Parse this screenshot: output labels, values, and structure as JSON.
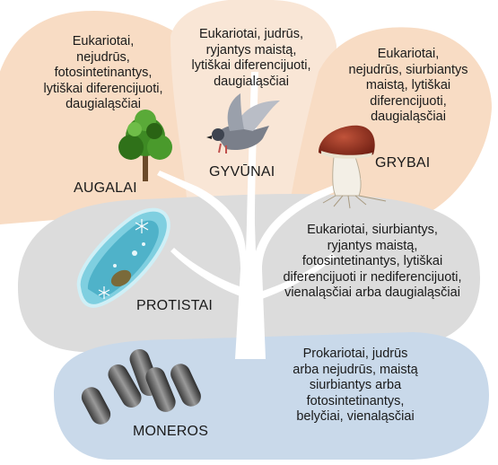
{
  "kingdoms": {
    "augalai": {
      "name": "AUGALAI",
      "desc": [
        "Eukariotai,",
        "nejudrūs,",
        "fotosintetinantys,",
        "lytiškai diferencijuoti,",
        "daugialąsčiai"
      ]
    },
    "gyvunai": {
      "name": "GYVŪNAI",
      "desc": [
        "Eukariotai, judrūs,",
        "ryjantys maistą,",
        "lytiškai diferencijuoti,",
        "daugialąsčiai"
      ]
    },
    "grybai": {
      "name": "GRYBAI",
      "desc": [
        "Eukariotai,",
        "nejudrūs, siurbiantys",
        "maistą, lytiškai",
        "diferencijuoti,",
        "daugialąsčiai"
      ]
    },
    "protistai": {
      "name": "PROTISTAI",
      "desc": [
        "Eukariotai, siurbiantys,",
        "ryjantys maistą,",
        "fotosintetinantys, lytiškai",
        "diferencijuoti ir nediferencijuoti,",
        "vienaląsčiai arba daugialąsčiai"
      ]
    },
    "moneros": {
      "name": "MONEROS",
      "desc": [
        "Prokariotai, judrūs",
        "arba nejudrūs, maistą",
        "siurbiantys arba",
        "fotosintetinantys,",
        "belyčiai, vienaląsčiai"
      ]
    }
  },
  "colors": {
    "peach_fill": "#f8dcc4",
    "peach_light": "#f9e6d6",
    "gray_fill": "#dcdcdc",
    "blue_fill": "#c9d9ea",
    "trunk": "#ffffff",
    "tree_green": "#3e8a24"
  },
  "icons": [
    "tree-icon",
    "pigeon-icon",
    "mushroom-icon",
    "paramecium-icon",
    "bacteria-icon"
  ]
}
